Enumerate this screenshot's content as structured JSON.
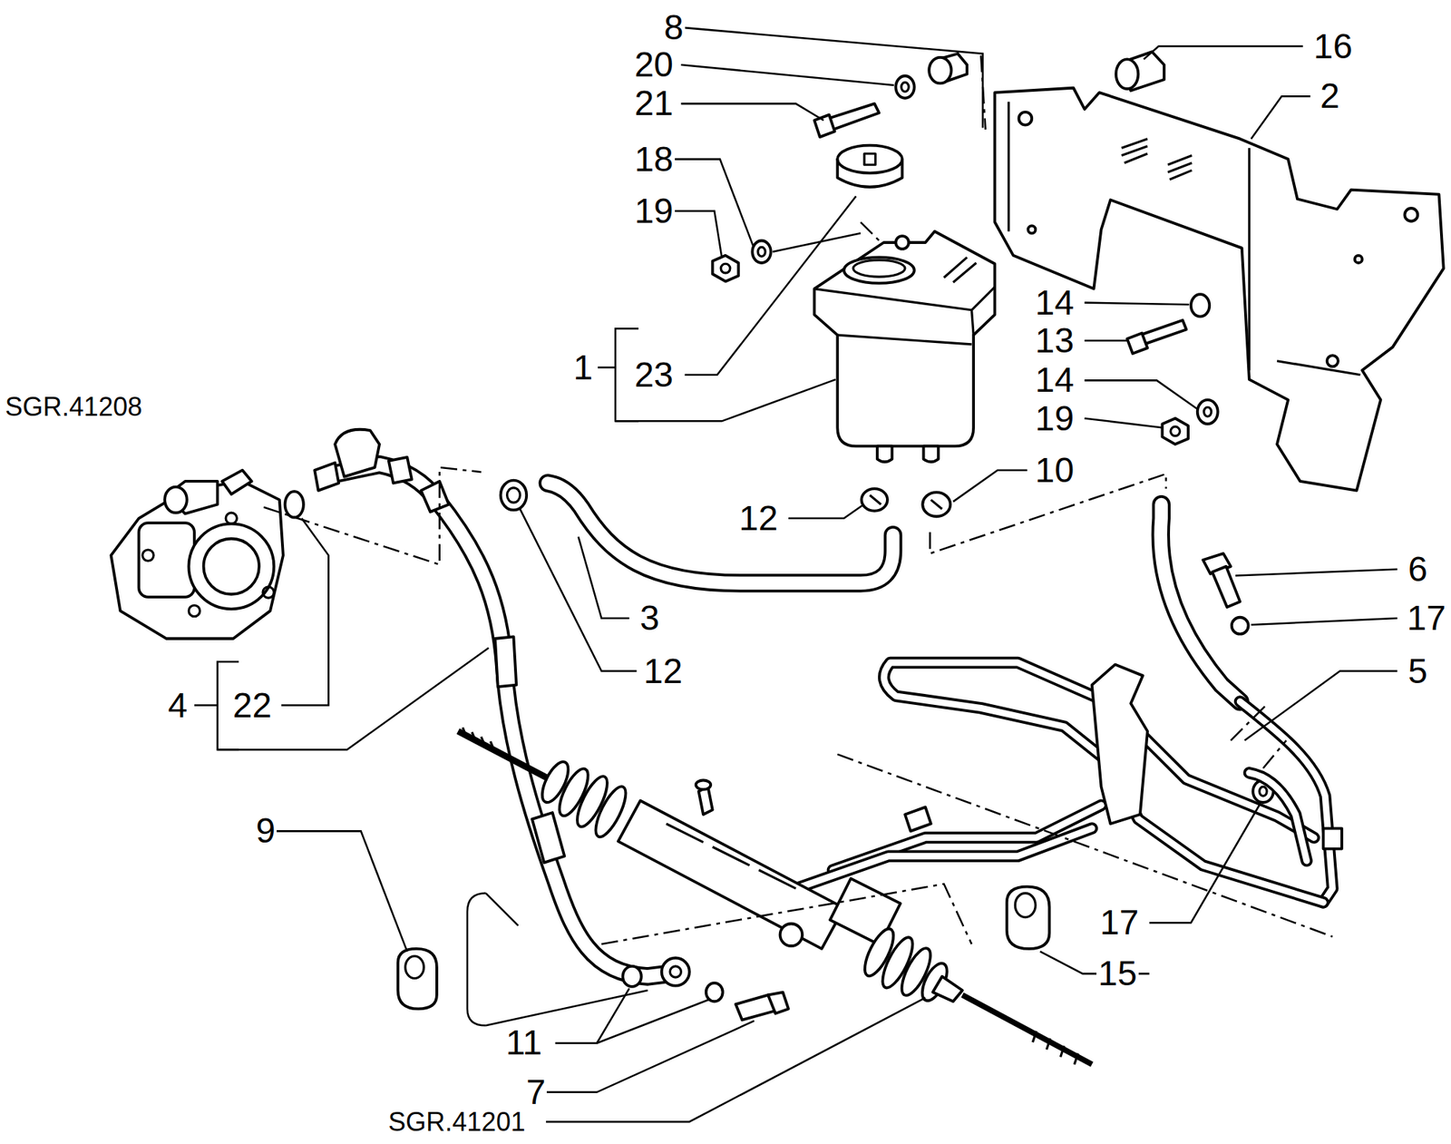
{
  "diagram": {
    "labels": [
      "8",
      "20",
      "21",
      "18",
      "19",
      "16",
      "2",
      "SGR.41208",
      "14",
      "13",
      "14",
      "19",
      "1",
      "23",
      "10",
      "12",
      "3",
      "12",
      "6",
      "17",
      "5",
      "4",
      "22",
      "9",
      "17",
      "15",
      "11",
      "7",
      "SGR.41201"
    ]
  }
}
